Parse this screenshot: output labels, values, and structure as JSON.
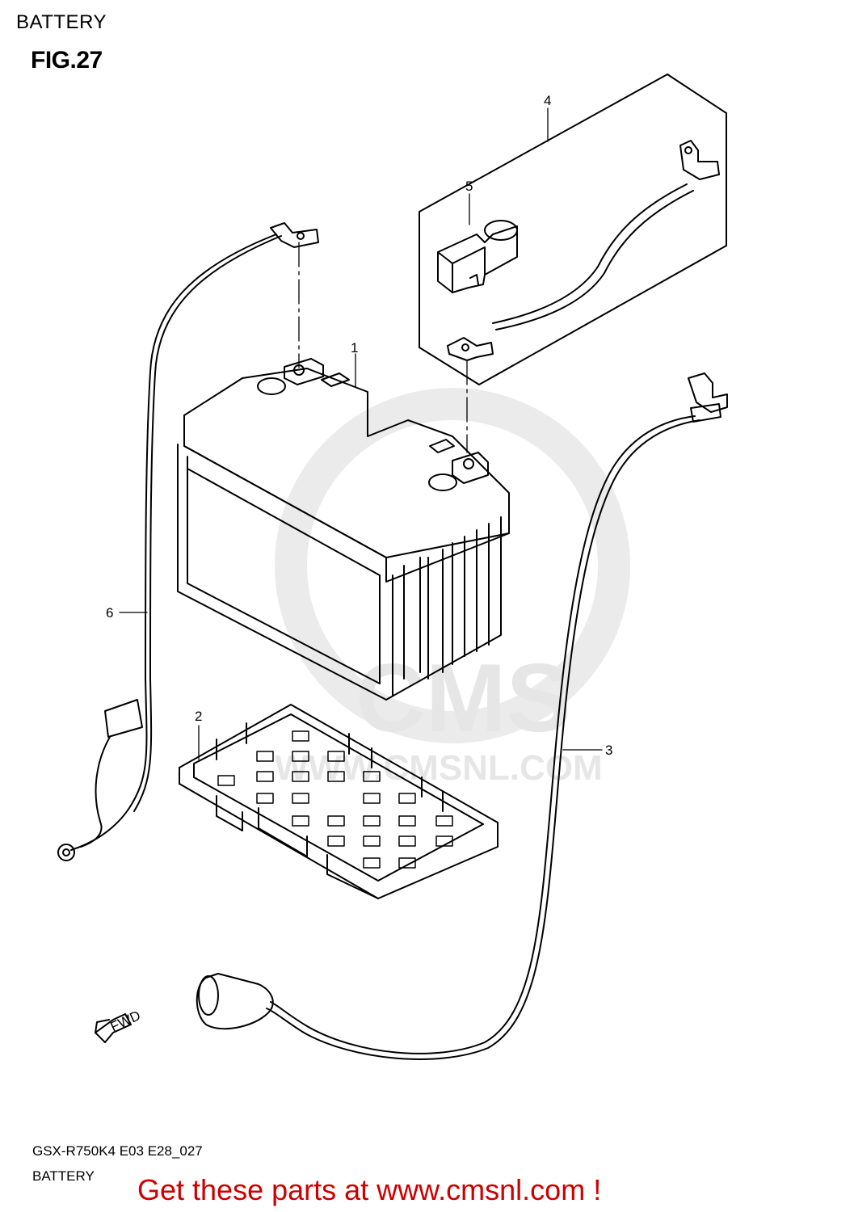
{
  "header": {
    "title": "BATTERY",
    "figure": "FIG.27"
  },
  "footer": {
    "code": "GSX-R750K4 E03 E28_027",
    "name": "BATTERY",
    "promo": "Get these parts at www.cmsnl.com !"
  },
  "watermark": {
    "big": "CMS",
    "url": "WWW.CMSNL.COM"
  },
  "callouts": {
    "c1": "1",
    "c2": "2",
    "c3": "3",
    "c4": "4",
    "c5": "5",
    "c6": "6"
  },
  "arrow": {
    "label": "FWD"
  }
}
